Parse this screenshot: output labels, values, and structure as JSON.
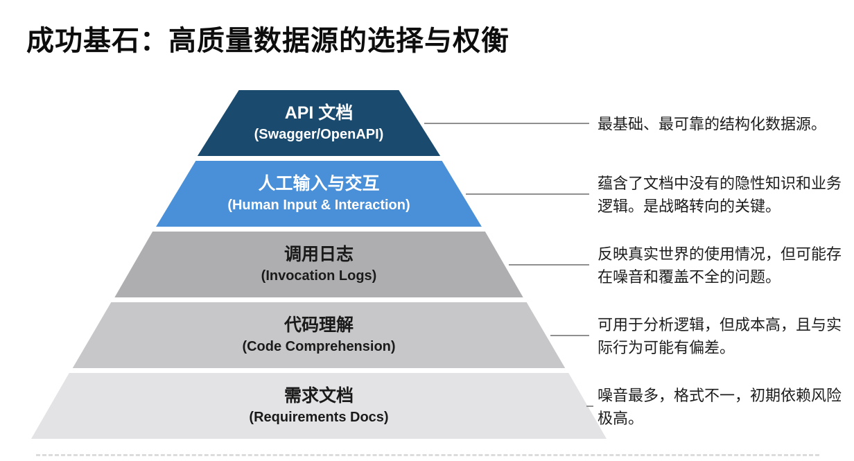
{
  "page": {
    "title": "成功基石：高质量数据源的选择与权衡"
  },
  "colors": {
    "background": "#ffffff",
    "connector_line": "#8f8f8f",
    "annotation_text": "#1c1c1c",
    "title_text": "#0d0d0d"
  },
  "pyramid": {
    "levels": [
      {
        "title": "API 文档",
        "subtitle": "(Swagger/OpenAPI)",
        "color": "#1a4b6e",
        "text_color": "#ffffff",
        "annotation": "最基础、最可靠的结构化数据源。"
      },
      {
        "title": "人工输入与交互",
        "subtitle": "(Human Input & Interaction)",
        "color": "#4a90d8",
        "text_color": "#ffffff",
        "annotation": "蕴含了文档中没有的隐性知识和业务逻辑。是战略转向的关键。"
      },
      {
        "title": "调用日志",
        "subtitle": "(Invocation Logs)",
        "color": "#aeaeb0",
        "text_color": "#1a1a1a",
        "annotation": "反映真实世界的使用情况，但可能存在噪音和覆盖不全的问题。"
      },
      {
        "title": "代码理解",
        "subtitle": "(Code Comprehension)",
        "color": "#c7c7c9",
        "text_color": "#1a1a1a",
        "annotation": "可用于分析逻辑，但成本高，且与实际行为可能有偏差。"
      },
      {
        "title": "需求文档",
        "subtitle": "(Requirements Docs)",
        "color": "#e3e3e5",
        "text_color": "#1a1a1a",
        "annotation": "噪音最多，格式不一，初期依赖风险极高。"
      }
    ]
  }
}
